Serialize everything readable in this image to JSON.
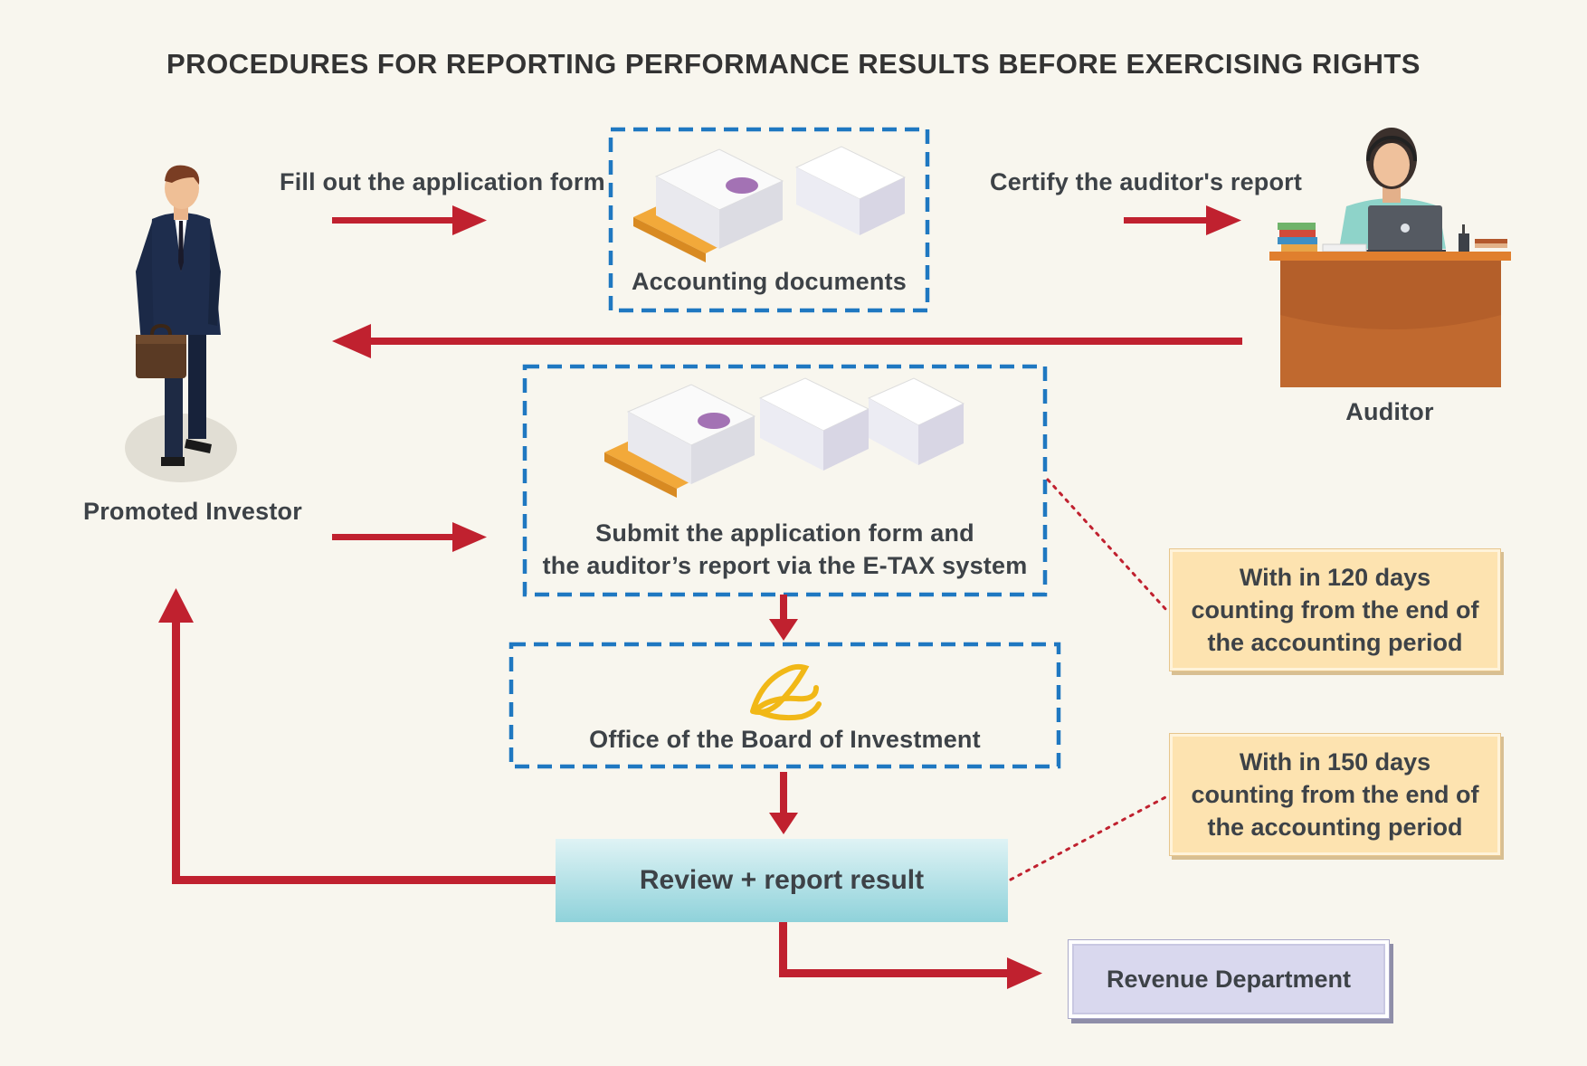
{
  "title": "PROCEDURES FOR REPORTING PERFORMANCE RESULTS BEFORE EXERCISING RIGHTS",
  "labels": {
    "fill_form": "Fill out the application form",
    "certify": "Certify the auditor's report",
    "accounting_docs": "Accounting documents",
    "auditor": "Auditor",
    "promoted_investor": "Promoted Investor",
    "submit_line1": "Submit the application form and",
    "submit_line2": "the auditor’s report via the E-TAX system",
    "boi": "Office of the Board of Investment",
    "review": "Review + report result",
    "revenue": "Revenue Department"
  },
  "notes": {
    "n120": [
      "With in 120 days",
      "counting from the end of",
      "the accounting period"
    ],
    "n150": [
      "With in 150 days",
      "counting from the end of",
      "the accounting period"
    ]
  },
  "colors": {
    "arrow": "#c0212f",
    "dashed_box": "#1f78c1",
    "note_fill": "#fde3b0",
    "review_top": "#dff3f5",
    "review_bottom": "#8fd2da",
    "revenue_fill": "#d9d8ee",
    "background": "#f8f6ee"
  }
}
